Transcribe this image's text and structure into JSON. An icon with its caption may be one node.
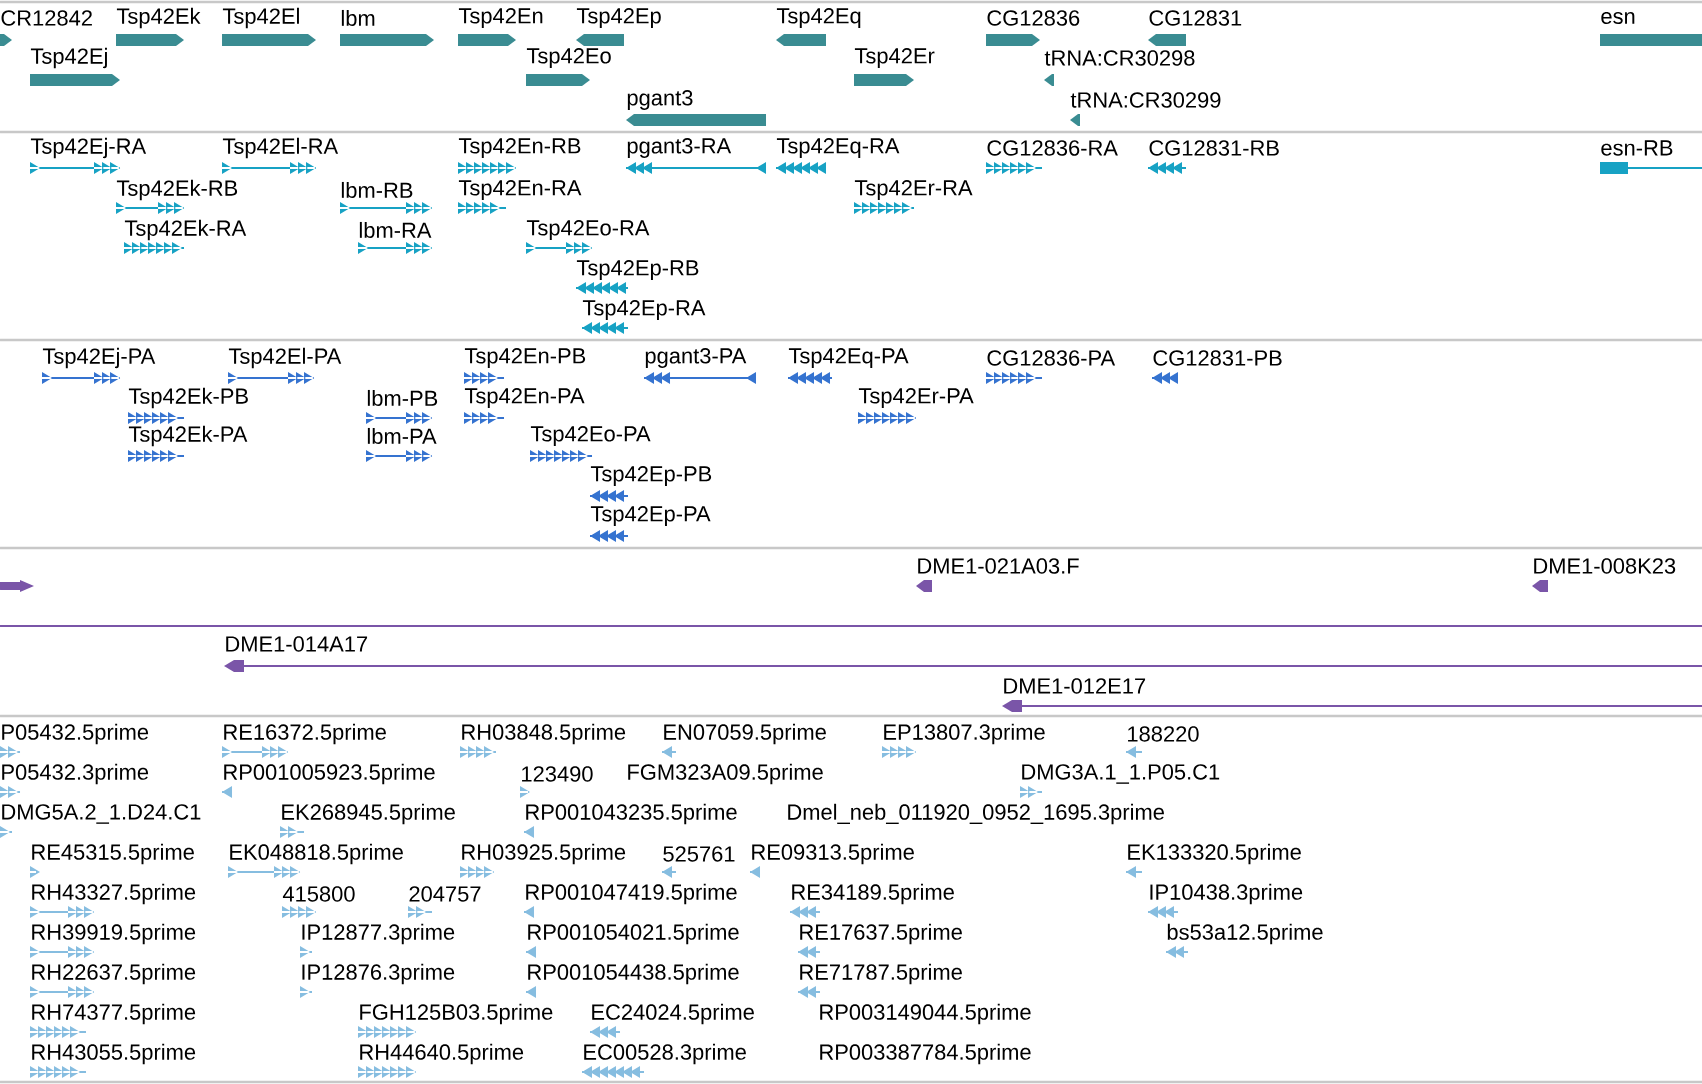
{
  "diagram": {
    "labels": [
      "CR12842",
      "Tsp42Ek",
      "Tsp42El",
      "lbm",
      "Tsp42En",
      "Tsp42Ep",
      "Tsp42Eq",
      "CG12836",
      "CG12831",
      "esn",
      "Tsp42Ej",
      "Tsp42Eo",
      "Tsp42Er",
      "tRNA:CR30298",
      "pgant3",
      "tRNA:CR30299",
      "Tsp42Ej-RA",
      "Tsp42El-RA",
      "Tsp42En-RB",
      "pgant3-RA",
      "Tsp42Eq-RA",
      "CG12836-RA",
      "CG12831-RB",
      "esn-RB",
      "Tsp42Ek-RB",
      "lbm-RB",
      "Tsp42En-RA",
      "Tsp42Er-RA",
      "Tsp42Ek-RA",
      "lbm-RA",
      "Tsp42Eo-RA",
      "Tsp42Ep-RB",
      "Tsp42Ep-RA",
      "Tsp42Ej-PA",
      "Tsp42El-PA",
      "Tsp42En-PB",
      "pgant3-PA",
      "Tsp42Eq-PA",
      "CG12836-PA",
      "CG12831-PB",
      "Tsp42Ek-PB",
      "lbm-PB",
      "Tsp42En-PA",
      "Tsp42Er-PA",
      "Tsp42Ek-PA",
      "lbm-PA",
      "Tsp42Eo-PA",
      "Tsp42Ep-PB",
      "Tsp42Ep-PA",
      "DME1-021A03.F",
      "DME1-008K23",
      "DME1-014A17",
      "DME1-012E17",
      "P05432.5prime",
      "RE16372.5prime",
      "RH03848.5prime",
      "EN07059.5prime",
      "EP13807.3prime",
      "188220",
      "P05432.3prime",
      "RP001005923.5prime",
      "123490",
      "FGM323A09.5prime",
      "DMG3A.1_1.P05.C1",
      "DMG5A.2_1.D24.C1",
      "EK268945.5prime",
      "RP001043235.5prime",
      "Dmel_neb_011920_0952_1695.3prime",
      "RE45315.5prime",
      "EK048818.5prime",
      "RH03925.5prime",
      "525761",
      "RE09313.5prime",
      "EK133320.5prime",
      "RH43327.5prime",
      "415800",
      "204757",
      "RP001047419.5prime",
      "RE34189.5prime",
      "IP10438.3prime",
      "RH39919.5prime",
      "IP12877.3prime",
      "RP001054021.5prime",
      "RE17637.5prime",
      "bs53a12.5prime",
      "RH22637.5prime",
      "IP12876.3prime",
      "RP001054438.5prime",
      "RE71787.5prime",
      "RH74377.5prime",
      "FGH125B03.5prime",
      "EC24024.5prime",
      "RP003149044.5prime",
      "RH43055.5prime",
      "RH44640.5prime",
      "EC00528.3prime",
      "RP003387784.5prime"
    ]
  }
}
